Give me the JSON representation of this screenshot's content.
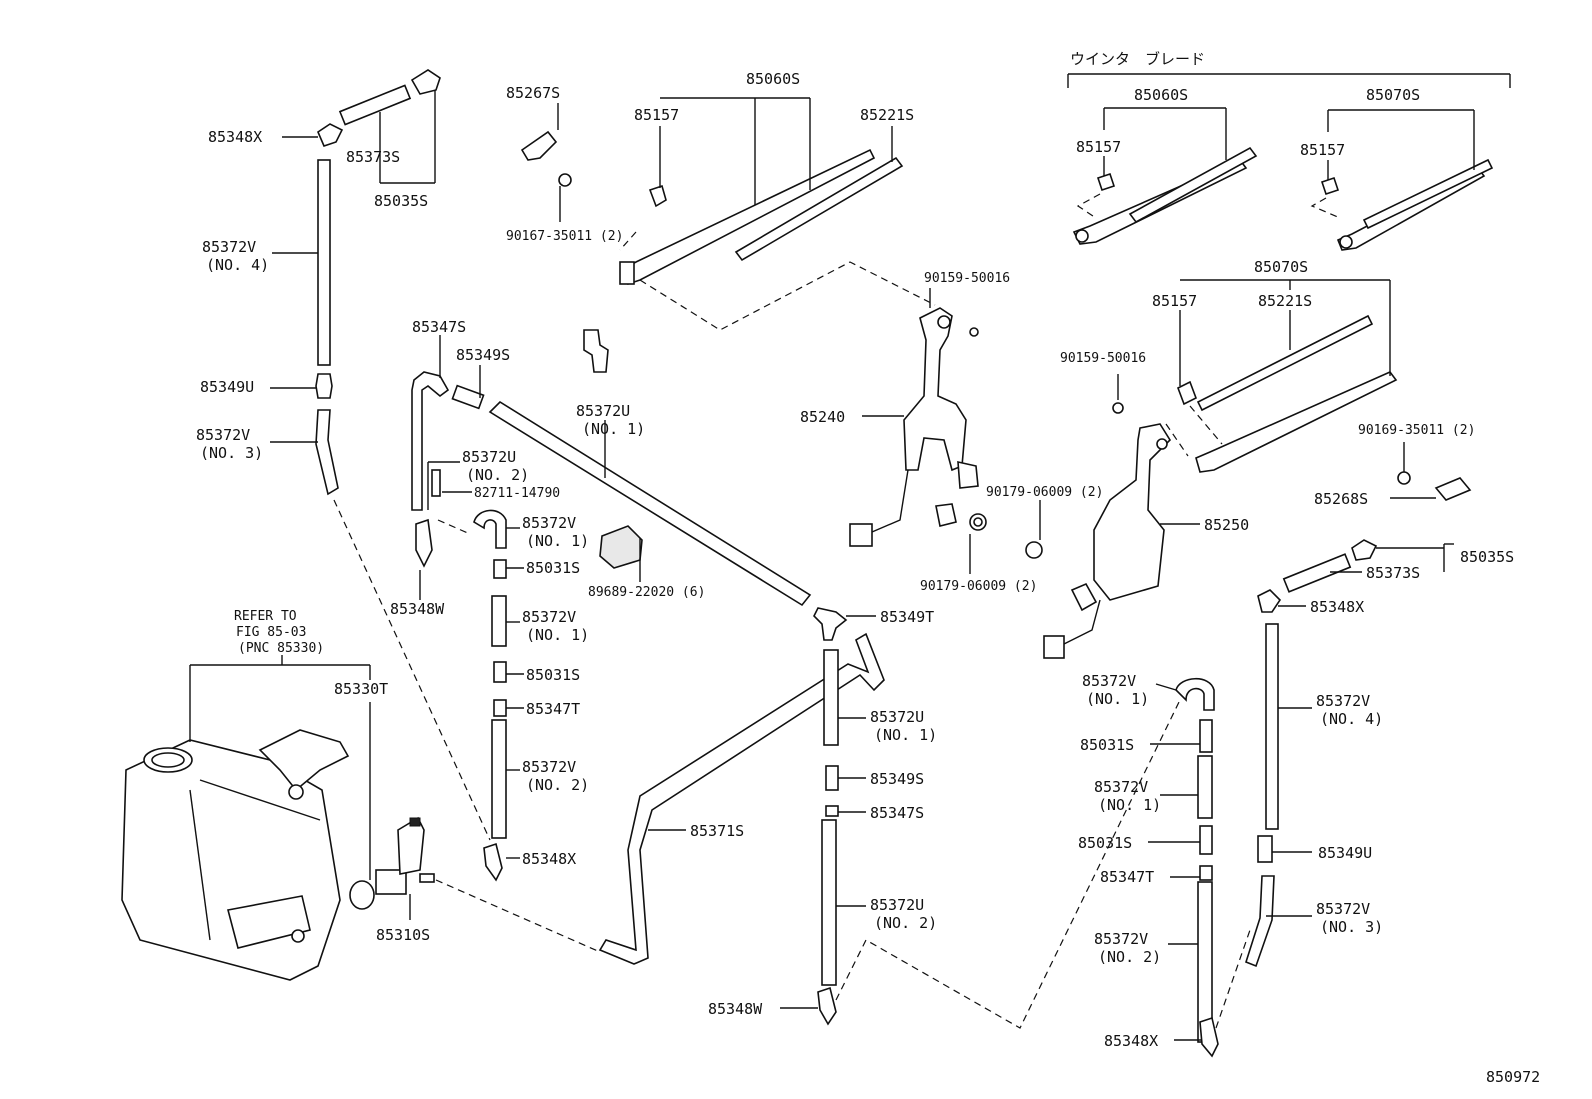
{
  "diagram_id": "850972",
  "header": "ウインタ　ブレード",
  "refer": {
    "line1": "REFER TO",
    "line2": "FIG 85-03",
    "line3": "(PNC 85330)"
  },
  "labels": {
    "p85348X_a": "85348X",
    "p85373S_a": "85373S",
    "p85035S_a": "85035S",
    "p85372V_a": "85372V",
    "no4_a": "(NO. 4)",
    "p85349U_a": "85349U",
    "p85372V_b": "85372V",
    "no3_a": "(NO. 3)",
    "p85267S": "85267S",
    "p85060S_a": "85060S",
    "p85157_a": "85157",
    "p85221S_a": "85221S",
    "p90167": "90167-35011 (2)",
    "p85347S_a": "85347S",
    "p85349S_a": "85349S",
    "p85372U_a": "85372U",
    "no1_u": "(NO. 1)",
    "p85372U_b": "85372U",
    "no2_u": "(NO. 2)",
    "p82711": "82711-14790",
    "p85372V_c": "85372V",
    "no1_c": "(NO. 1)",
    "p85031S_a": "85031S",
    "p89689": "89689-22020 (6)",
    "p85348W_a": "85348W",
    "p85372V_d": "85372V",
    "no1_d": "(NO. 1)",
    "p85031S_b": "85031S",
    "p85347T_a": "85347T",
    "p85372V_e": "85372V",
    "no2_e": "(NO. 2)",
    "p85348X_b": "85348X",
    "p85330T": "85330T",
    "p85310S": "85310S",
    "p85371S": "85371S",
    "p90159_a": "90159-50016",
    "p85240": "85240",
    "p85349T": "85349T",
    "p85372U_c": "85372U",
    "no1_uc": "(NO. 1)",
    "p85349S_b": "85349S",
    "p85347S_b": "85347S",
    "p85372U_d": "85372U",
    "no2_ud": "(NO. 2)",
    "p85348W_b": "85348W",
    "p85060S_b": "85060S",
    "p85070S_a": "85070S",
    "p85157_b": "85157",
    "p85157_c": "85157",
    "p85070S_b": "85070S",
    "p85157_d": "85157",
    "p85221S_b": "85221S",
    "p90159_b": "90159-50016",
    "p90169": "90169-35011 (2)",
    "p85268S": "85268S",
    "p90179_a": "90179-06009 (2)",
    "p90179_b": "90179-06009 (2)",
    "p85250": "85250",
    "p85035S_b": "85035S",
    "p85373S_b": "85373S",
    "p85348X_c": "85348X",
    "p85372V_f": "85372V",
    "no4_f": "(NO. 4)",
    "p85372V_g": "85372V",
    "no1_g": "(NO. 1)",
    "p85031S_c": "85031S",
    "p85372V_h": "85372V",
    "no1_h": "(NO. 1)",
    "p85031S_d": "85031S",
    "p85347T_b": "85347T",
    "p85372V_i": "85372V",
    "no2_i": "(NO. 2)",
    "p85348X_d": "85348X",
    "p85349U_b": "85349U",
    "p85372V_j": "85372V",
    "no3_j": "(NO. 3)"
  }
}
